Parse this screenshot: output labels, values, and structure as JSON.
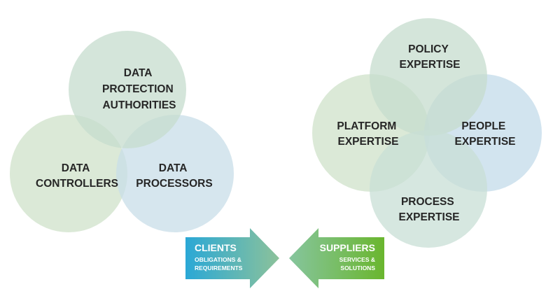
{
  "left_venn": {
    "top": {
      "line1": "DATA",
      "line2": "PROTECTION",
      "line3": "AUTHORITIES",
      "fill": "#c6dccd"
    },
    "left": {
      "line1": "DATA",
      "line2": "CONTROLLERS",
      "fill": "#cfe2c9"
    },
    "right": {
      "line1": "DATA",
      "line2": "PROCESSORS",
      "fill": "#c8dde8"
    }
  },
  "right_venn": {
    "top": {
      "line1": "POLICY",
      "line2": "EXPERTISE",
      "fill": "#c6dccd"
    },
    "left": {
      "line1": "PLATFORM",
      "line2": "EXPERTISE",
      "fill": "#cfe2c9"
    },
    "right": {
      "line1": "PEOPLE",
      "line2": "EXPERTISE",
      "fill": "#c3dbea"
    },
    "bottom": {
      "line1": "PROCESS",
      "line2": "EXPERTISE",
      "fill": "#c8dfd6"
    }
  },
  "arrows": {
    "clients": {
      "title": "CLIENTS",
      "sub1": "OBLIGATIONS &",
      "sub2": "REQUIREMENTS",
      "color_start": "#2aa8d6",
      "color_end": "#8cc29a"
    },
    "suppliers": {
      "title": "SUPPLIERS",
      "sub1": "SERVICES &",
      "sub2": "SOLUTIONS",
      "color_start": "#86c59e",
      "color_end": "#6ab62e"
    }
  },
  "text_color": "#262626"
}
